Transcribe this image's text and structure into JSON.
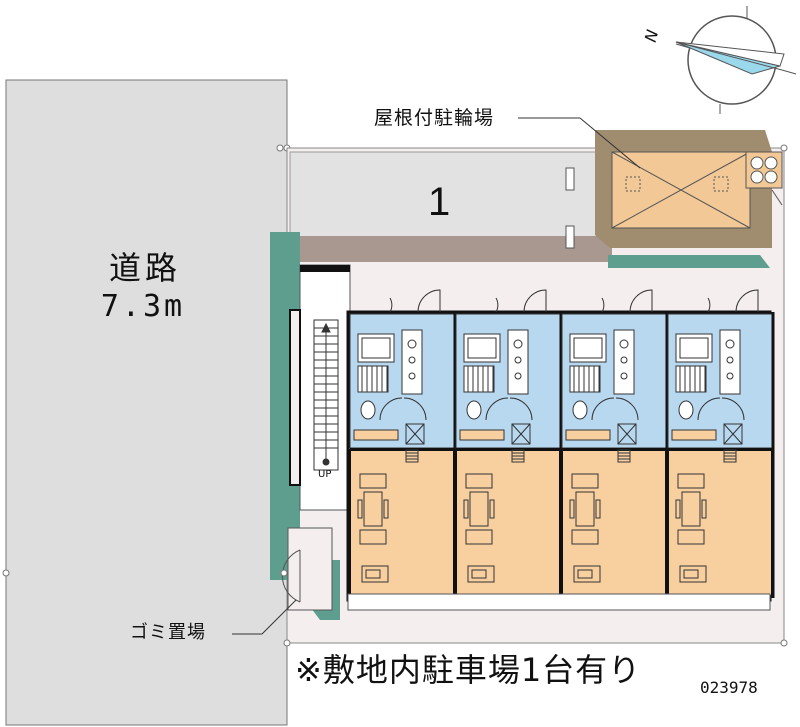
{
  "labels": {
    "road_name": "道路",
    "road_width": "7.3m",
    "lot_number": "1",
    "bike_parking": "屋根付駐輪場",
    "garbage_area": "ゴミ置場",
    "parking_note": "※敷地内駐車場1台有り",
    "property_code": "023978",
    "compass_north": "N",
    "stair_up": "UP"
  },
  "units": [
    {
      "id": "unit-1"
    },
    {
      "id": "unit-2"
    },
    {
      "id": "unit-3"
    },
    {
      "id": "unit-4"
    }
  ],
  "colors": {
    "road": "#dedede",
    "site_ground": "#f4eeee",
    "parking": "#e2e2e2",
    "building_shadow_teal": "#5e9e8e",
    "parking_shadow_brown": "#a89890",
    "bike_roof": "#f2c896",
    "bike_shadow": "#a08c6e",
    "wet_area_blue": "#b8d8f0",
    "room_orange": "#f8d0a0",
    "wall": "#111111"
  }
}
